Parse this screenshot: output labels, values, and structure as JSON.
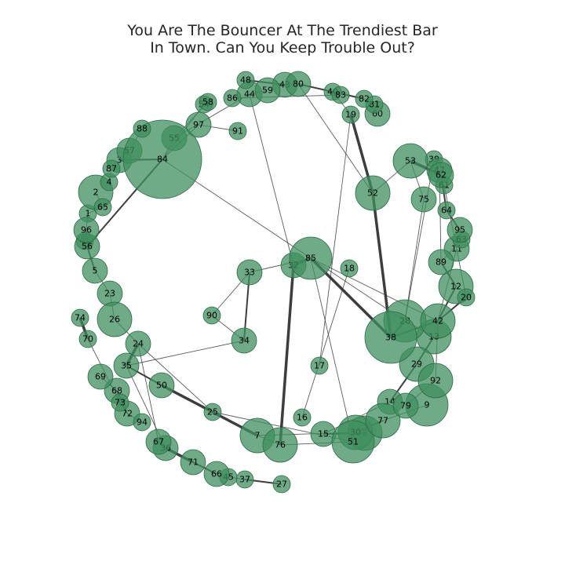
{
  "title": {
    "line1": "You Are The Bouncer At The Trendiest Bar",
    "line2": "In Town. Can You Keep Trouble Out?"
  },
  "colors": {
    "node_fill": "#3f8f5f",
    "node_stroke": "#2e6b45",
    "edge": "#333333",
    "background": "#ffffff"
  },
  "nodes": [
    {
      "id": "1",
      "size": 1
    },
    {
      "id": "2",
      "size": 3
    },
    {
      "id": "3",
      "size": 2
    },
    {
      "id": "4",
      "size": 1
    },
    {
      "id": "5",
      "size": 2
    },
    {
      "id": "7",
      "size": 3
    },
    {
      "id": "8",
      "size": 3
    },
    {
      "id": "9",
      "size": 4
    },
    {
      "id": "11",
      "size": 2
    },
    {
      "id": "12",
      "size": 3
    },
    {
      "id": "13",
      "size": 3
    },
    {
      "id": "14",
      "size": 2
    },
    {
      "id": "15",
      "size": 2
    },
    {
      "id": "16",
      "size": 1
    },
    {
      "id": "17",
      "size": 1
    },
    {
      "id": "18",
      "size": 1
    },
    {
      "id": "19",
      "size": 1
    },
    {
      "id": "20",
      "size": 1
    },
    {
      "id": "23",
      "size": 2
    },
    {
      "id": "24",
      "size": 2
    },
    {
      "id": "25",
      "size": 1
    },
    {
      "id": "26",
      "size": 3
    },
    {
      "id": "27",
      "size": 1
    },
    {
      "id": "28",
      "size": 4
    },
    {
      "id": "29",
      "size": 3
    },
    {
      "id": "30",
      "size": 3
    },
    {
      "id": "32",
      "size": 2
    },
    {
      "id": "33",
      "size": 2
    },
    {
      "id": "34",
      "size": 2
    },
    {
      "id": "35",
      "size": 2
    },
    {
      "id": "36",
      "size": 2
    },
    {
      "id": "37",
      "size": 1
    },
    {
      "id": "38",
      "size": 5
    },
    {
      "id": "39",
      "size": 1
    },
    {
      "id": "40",
      "size": 1
    },
    {
      "id": "41",
      "size": 1
    },
    {
      "id": "42",
      "size": 3
    },
    {
      "id": "43",
      "size": 2
    },
    {
      "id": "44",
      "size": 2
    },
    {
      "id": "45",
      "size": 1
    },
    {
      "id": "47",
      "size": 2
    },
    {
      "id": "48",
      "size": 1
    },
    {
      "id": "50",
      "size": 2
    },
    {
      "id": "51",
      "size": 4
    },
    {
      "id": "52",
      "size": 3
    },
    {
      "id": "53",
      "size": 3
    },
    {
      "id": "54",
      "size": 1
    },
    {
      "id": "55",
      "size": 2
    },
    {
      "id": "56",
      "size": 2
    },
    {
      "id": "57",
      "size": 2
    },
    {
      "id": "58",
      "size": 1
    },
    {
      "id": "59",
      "size": 2
    },
    {
      "id": "60",
      "size": 2
    },
    {
      "id": "61",
      "size": 1
    },
    {
      "id": "62",
      "size": 2
    },
    {
      "id": "63",
      "size": 1
    },
    {
      "id": "64",
      "size": 1
    },
    {
      "id": "65",
      "size": 1
    },
    {
      "id": "66",
      "size": 2
    },
    {
      "id": "67",
      "size": 2
    },
    {
      "id": "68",
      "size": 2
    },
    {
      "id": "69",
      "size": 2
    },
    {
      "id": "70",
      "size": 1
    },
    {
      "id": "71",
      "size": 2
    },
    {
      "id": "72",
      "size": 2
    },
    {
      "id": "73",
      "size": 1
    },
    {
      "id": "74",
      "size": 1
    },
    {
      "id": "75",
      "size": 2
    },
    {
      "id": "76",
      "size": 3
    },
    {
      "id": "77",
      "size": 3
    },
    {
      "id": "79",
      "size": 2
    },
    {
      "id": "80",
      "size": 2
    },
    {
      "id": "81",
      "size": 1
    },
    {
      "id": "82",
      "size": 1
    },
    {
      "id": "83",
      "size": 1
    },
    {
      "id": "84",
      "size": 8
    },
    {
      "id": "85",
      "size": 4
    },
    {
      "id": "86",
      "size": 1
    },
    {
      "id": "87",
      "size": 1
    },
    {
      "id": "88",
      "size": 1
    },
    {
      "id": "89",
      "size": 2
    },
    {
      "id": "90",
      "size": 1
    },
    {
      "id": "91",
      "size": 1
    },
    {
      "id": "92",
      "size": 3
    },
    {
      "id": "94",
      "size": 1
    },
    {
      "id": "95",
      "size": 2
    },
    {
      "id": "96",
      "size": 2
    },
    {
      "id": "97",
      "size": 2
    }
  ],
  "edges": [
    {
      "source": "84",
      "target": "85",
      "weight": 1
    },
    {
      "source": "84",
      "target": "3",
      "weight": 2
    },
    {
      "source": "84",
      "target": "55",
      "weight": 1
    },
    {
      "source": "84",
      "target": "56",
      "weight": 2
    },
    {
      "source": "84",
      "target": "54",
      "weight": 1
    },
    {
      "source": "84",
      "target": "97",
      "weight": 1
    },
    {
      "source": "97",
      "target": "91",
      "weight": 1
    },
    {
      "source": "55",
      "target": "58",
      "weight": 1
    },
    {
      "source": "55",
      "target": "44",
      "weight": 1
    },
    {
      "source": "48",
      "target": "43",
      "weight": 2
    },
    {
      "source": "43",
      "target": "80",
      "weight": 1
    },
    {
      "source": "80",
      "target": "82",
      "weight": 2
    },
    {
      "source": "82",
      "target": "60",
      "weight": 1
    },
    {
      "source": "44",
      "target": "59",
      "weight": 1
    },
    {
      "source": "86",
      "target": "83",
      "weight": 1
    },
    {
      "source": "44",
      "target": "32",
      "weight": 1
    },
    {
      "source": "80",
      "target": "52",
      "weight": 1
    },
    {
      "source": "19",
      "target": "52",
      "weight": 3
    },
    {
      "source": "19",
      "target": "40",
      "weight": 1
    },
    {
      "source": "19",
      "target": "17",
      "weight": 1
    },
    {
      "source": "52",
      "target": "53",
      "weight": 1
    },
    {
      "source": "52",
      "target": "38",
      "weight": 3
    },
    {
      "source": "53",
      "target": "62",
      "weight": 3
    },
    {
      "source": "53",
      "target": "75",
      "weight": 1
    },
    {
      "source": "39",
      "target": "28",
      "weight": 1
    },
    {
      "source": "47",
      "target": "89",
      "weight": 1
    },
    {
      "source": "62",
      "target": "64",
      "weight": 2
    },
    {
      "source": "61",
      "target": "20",
      "weight": 1
    },
    {
      "source": "64",
      "target": "95",
      "weight": 2
    },
    {
      "source": "95",
      "target": "63",
      "weight": 1
    },
    {
      "source": "63",
      "target": "89",
      "weight": 1
    },
    {
      "source": "11",
      "target": "42",
      "weight": 1
    },
    {
      "source": "89",
      "target": "12",
      "weight": 2
    },
    {
      "source": "12",
      "target": "42",
      "weight": 2
    },
    {
      "source": "20",
      "target": "42",
      "weight": 2
    },
    {
      "source": "75",
      "target": "28",
      "weight": 1
    },
    {
      "source": "85",
      "target": "32",
      "weight": 3
    },
    {
      "source": "32",
      "target": "76",
      "weight": 3
    },
    {
      "source": "85",
      "target": "38",
      "weight": 3
    },
    {
      "source": "85",
      "target": "28",
      "weight": 1
    },
    {
      "source": "85",
      "target": "42",
      "weight": 1
    },
    {
      "source": "85",
      "target": "33",
      "weight": 1
    },
    {
      "source": "85",
      "target": "51",
      "weight": 1
    },
    {
      "source": "18",
      "target": "16",
      "weight": 1
    },
    {
      "source": "33",
      "target": "90",
      "weight": 1
    },
    {
      "source": "33",
      "target": "34",
      "weight": 2
    },
    {
      "source": "90",
      "target": "34",
      "weight": 1
    },
    {
      "source": "34",
      "target": "35",
      "weight": 1
    },
    {
      "source": "28",
      "target": "38",
      "weight": 2
    },
    {
      "source": "38",
      "target": "42",
      "weight": 2
    },
    {
      "source": "28",
      "target": "13",
      "weight": 1
    },
    {
      "source": "13",
      "target": "29",
      "weight": 2
    },
    {
      "source": "29",
      "target": "14",
      "weight": 2
    },
    {
      "source": "42",
      "target": "92",
      "weight": 1
    },
    {
      "source": "92",
      "target": "79",
      "weight": 1
    },
    {
      "source": "9",
      "target": "77",
      "weight": 1
    },
    {
      "source": "77",
      "target": "30",
      "weight": 2
    },
    {
      "source": "14",
      "target": "15",
      "weight": 1
    },
    {
      "source": "15",
      "target": "8",
      "weight": 2
    },
    {
      "source": "30",
      "target": "51",
      "weight": 1
    },
    {
      "source": "51",
      "target": "76",
      "weight": 1
    },
    {
      "source": "7",
      "target": "50",
      "weight": 3
    },
    {
      "source": "7",
      "target": "76",
      "weight": 1
    },
    {
      "source": "7",
      "target": "30",
      "weight": 1
    },
    {
      "source": "25",
      "target": "24",
      "weight": 1
    },
    {
      "source": "50",
      "target": "35",
      "weight": 2
    },
    {
      "source": "35",
      "target": "24",
      "weight": 3
    },
    {
      "source": "35",
      "target": "36",
      "weight": 1
    },
    {
      "source": "24",
      "target": "26",
      "weight": 1
    },
    {
      "source": "26",
      "target": "23",
      "weight": 1
    },
    {
      "source": "23",
      "target": "5",
      "weight": 1
    },
    {
      "source": "5",
      "target": "56",
      "weight": 2
    },
    {
      "source": "41",
      "target": "96",
      "weight": 2
    },
    {
      "source": "96",
      "target": "1",
      "weight": 1
    },
    {
      "source": "1",
      "target": "65",
      "weight": 1
    },
    {
      "source": "65",
      "target": "2",
      "weight": 1
    },
    {
      "source": "4",
      "target": "87",
      "weight": 1
    },
    {
      "source": "57",
      "target": "88",
      "weight": 1
    },
    {
      "source": "74",
      "target": "70",
      "weight": 3
    },
    {
      "source": "70",
      "target": "73",
      "weight": 1
    },
    {
      "source": "69",
      "target": "68",
      "weight": 1
    },
    {
      "source": "68",
      "target": "72",
      "weight": 2
    },
    {
      "source": "72",
      "target": "94",
      "weight": 1
    },
    {
      "source": "67",
      "target": "36",
      "weight": 1
    },
    {
      "source": "36",
      "target": "71",
      "weight": 3
    },
    {
      "source": "71",
      "target": "66",
      "weight": 2
    },
    {
      "source": "66",
      "target": "45",
      "weight": 1
    },
    {
      "source": "45",
      "target": "37",
      "weight": 1
    },
    {
      "source": "37",
      "target": "27",
      "weight": 2
    },
    {
      "source": "24",
      "target": "67",
      "weight": 1
    },
    {
      "source": "25",
      "target": "51",
      "weight": 1
    }
  ]
}
